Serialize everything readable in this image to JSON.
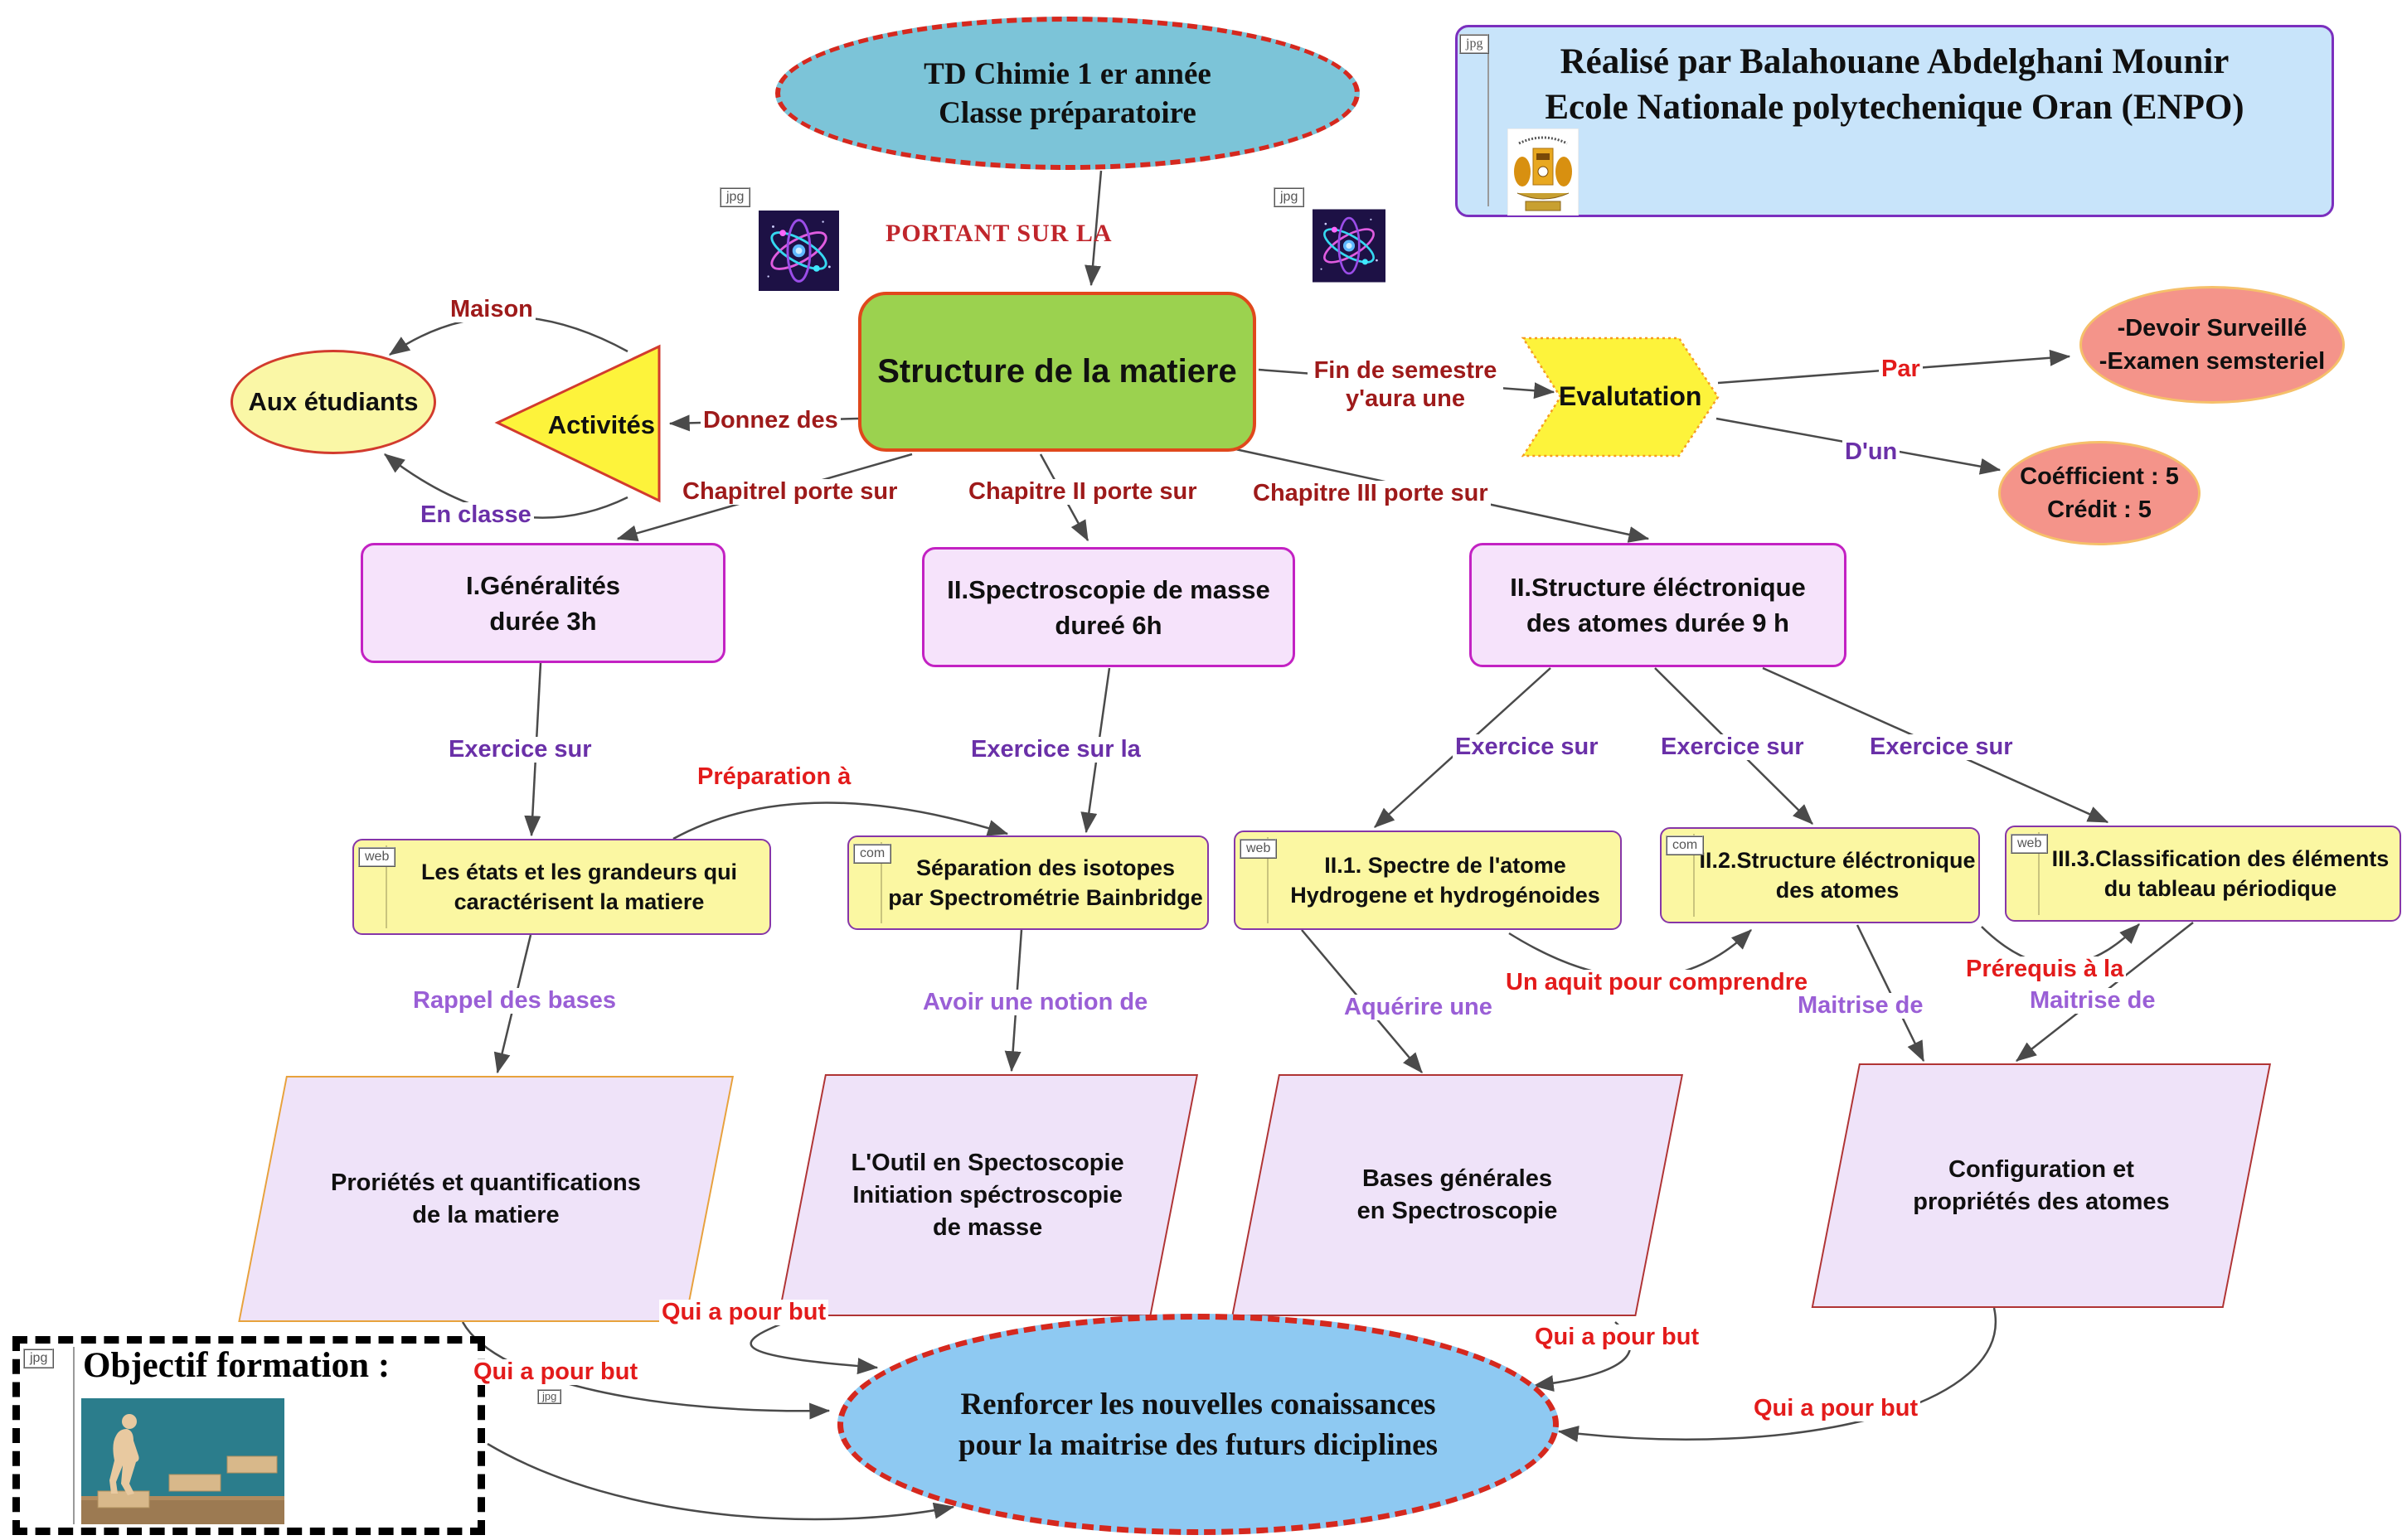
{
  "colors": {
    "root_fill": "#9bd24f",
    "root_border": "#e0481c",
    "chapter_fill": "#f6e3fb",
    "chapter_border": "#c322c3",
    "topic_fill": "#fbf7a2",
    "topic_border": "#8636a8",
    "outcome_fill": "#efe3f9",
    "outcome_border_orange": "#e8a23c",
    "outcome_border_red": "#b03434",
    "course_ellipse_fill": "#7cc4d8",
    "goal_ellipse_fill": "#8ec9f2",
    "dashed_border_red": "#d5281e",
    "salmon_fill": "#f4948a",
    "salmon_border": "#f5c06a",
    "yellow_shape_fill": "#fdf33b",
    "yellow_shape_border": "#d23b2e",
    "credit_fill": "#c8e4fa",
    "credit_border": "#7b2fbe",
    "label_darkred": "#9e1a1a",
    "label_red": "#e31b1b",
    "label_purple": "#6a30a8",
    "label_violet": "#9a5fd6"
  },
  "nodes": {
    "course": {
      "line1": "TD Chimie  1 er année",
      "line2": "Classe préparatoire"
    },
    "credit": {
      "line1": "Réalisé par Balahouane Abdelghani Mounir",
      "line2": "Ecole Nationale  polytechenique Oran (ENPO)"
    },
    "root": {
      "label": "Structure de la matiere"
    },
    "students": {
      "label": "Aux étudiants"
    },
    "activities": {
      "label": "Activités"
    },
    "evaluation": {
      "label": "Evalutation"
    },
    "exams": {
      "line1": "-Devoir Surveillé",
      "line2": "-Examen semsteriel"
    },
    "coefficient": {
      "line1": "Coéfficient : 5",
      "line2": "Crédit : 5"
    },
    "chapter1": {
      "line1": "I.Généralités",
      "line2": "durée 3h"
    },
    "chapter2": {
      "line1": "II.Spectroscopie de masse",
      "line2": "dureé 6h"
    },
    "chapter3": {
      "line1": "II.Structure éléctronique",
      "line2": "des atomes durée 9 h"
    },
    "topic1": {
      "tag": "web",
      "line1": "Les états et les grandeurs qui",
      "line2": "caractérisent la matiere"
    },
    "topic2": {
      "tag": "com",
      "line1": "Séparation des isotopes",
      "line2": "par Spectrométrie Bainbridge"
    },
    "topic3": {
      "tag": "web",
      "line1": "II.1. Spectre de l'atome",
      "line2": "Hydrogene et hydrogénoides"
    },
    "topic4": {
      "tag": "com",
      "line1": "II.2.Structure éléctronique",
      "line2": "des atomes"
    },
    "topic5": {
      "tag": "web",
      "line1": "III.3.Classification des éléments",
      "line2": "du tableau périodique"
    },
    "outcome1": {
      "line1": "Proriétés et quantifications",
      "line2": "de la matiere"
    },
    "outcome2": {
      "line1": "L'Outil en Spectoscopie",
      "line2": "Initiation spéctroscopie",
      "line3": "de masse"
    },
    "outcome3": {
      "line1": "Bases générales",
      "line2": "en Spectroscopie"
    },
    "outcome4": {
      "line1": "Configuration et",
      "line2": "propriétés des atomes"
    },
    "goal": {
      "line1": "Renforcer les nouvelles conaissances",
      "line2": "pour la maitrise des futurs diciplines"
    },
    "objective": {
      "title": "Objectif formation :"
    }
  },
  "links": {
    "portant": "PORTANT SUR LA",
    "maison": "Maison",
    "en_classe": "En classe",
    "donnez": "Donnez des",
    "fin1": "Fin de semestre",
    "fin2": "y'aura une",
    "par": "Par",
    "dun": "D'un",
    "chap1": "Chapitrel porte sur",
    "chap2": "Chapitre II porte sur",
    "chap3": "Chapitre III porte sur",
    "ex1": "Exercice  sur",
    "ex2": "Exercice  sur la",
    "ex3": "Exercice sur",
    "ex4": "Exercice sur",
    "ex5": "Exercice sur",
    "preparation": "Préparation à",
    "rappel": "Rappel des bases",
    "notion": "Avoir une notion de",
    "aquerire": "Aquérire une",
    "aquit": "Un aquit pour comprendre",
    "maitrise1": "Maitrise de",
    "maitrise2": "Maitrise de",
    "prerequis": "Prérequis à la",
    "but1": "Qui a pour but",
    "but2": "Qui a pour but",
    "but3": "Qui a pour but",
    "but4": "Qui a pour but"
  },
  "tags": {
    "jpg": "jpg",
    "web": "web",
    "com": "com"
  }
}
